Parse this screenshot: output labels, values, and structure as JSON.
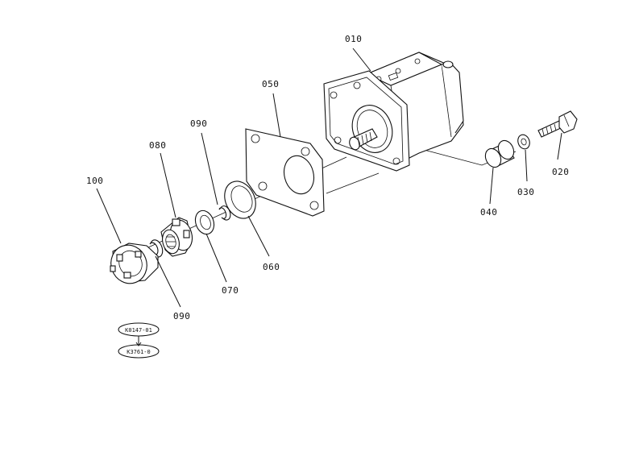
{
  "labels": {
    "p010": "010",
    "p020": "020",
    "p030": "030",
    "p040": "040",
    "p050": "050",
    "p060": "060",
    "p070": "070",
    "p080": "080",
    "p090a": "090",
    "p090b": "090",
    "p100": "100"
  },
  "refs": {
    "ref1": "K0147-01",
    "ref2": "K3761-0"
  }
}
